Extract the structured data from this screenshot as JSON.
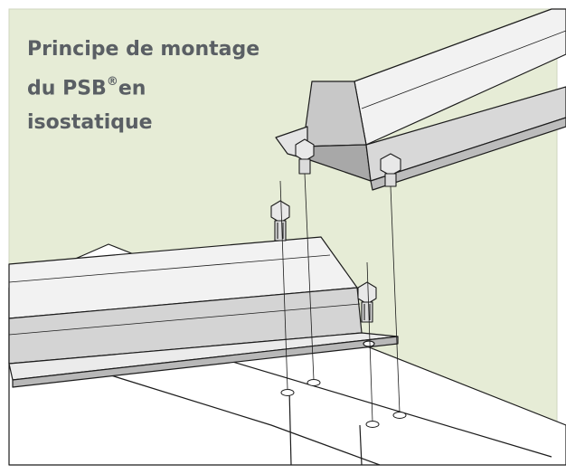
{
  "title": {
    "line1": "Principe de montage",
    "line2_prefix": "du PSB",
    "line2_reg": "®",
    "line2_suffix": "en",
    "line3": "isostatique"
  },
  "colors": {
    "background": "#e6ecd6",
    "title_text": "#5a5f64",
    "steel_light": "#f2f2f2",
    "steel_mid": "#d4d4d4",
    "steel_dark": "#9a9a9a",
    "outline": "#1c1c1c"
  }
}
